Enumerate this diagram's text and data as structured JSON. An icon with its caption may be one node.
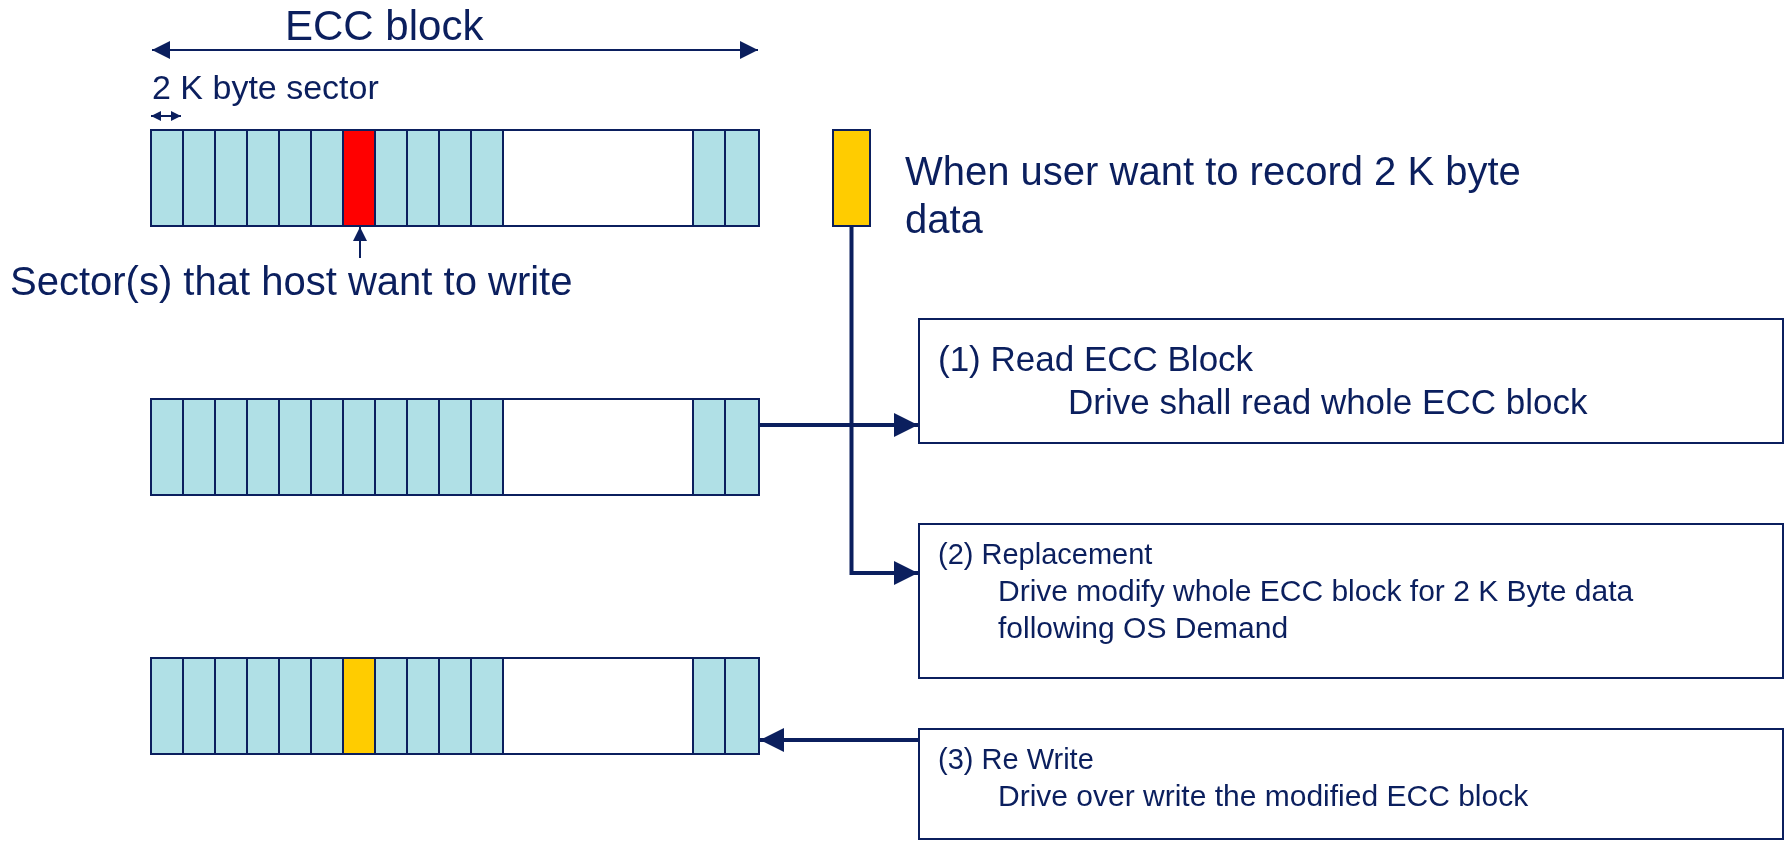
{
  "diagram": {
    "nodes": [
      {
        "text": [],
        "shape": "bar"
      },
      {
        "text": [],
        "shape": "box",
        "in": 0
      },
      {
        "text": [
          "Sector(s) that host want to write"
        ]
      },
      {
        "text": [],
        "shape": "box",
        "beside": [
          "When user want to record 2 K byte data"
        ]
      },
      {
        "text": [],
        "shape": "bar"
      },
      {
        "text": [
          "(1) Read ECC Block",
          "Drive shall read whole ECC block"
        ]
      },
      {
        "text": [
          "(2) Replacement",
          "Drive modify whole ECC block for 2 K Byte data following OS Demand"
        ]
      },
      {
        "text": [],
        "shape": "bar"
      },
      {
        "text": [],
        "shape": "box",
        "in": 7
      },
      {
        "text": [
          "(3) Re Write",
          "Drive over write the modified ECC block"
        ]
      }
    ],
    "edges": [
      {
        "from": 2,
        "to": 1,
        "arrow": "to"
      },
      {
        "from": 3,
        "to": 6,
        "arrow": "to"
      },
      {
        "from": 4,
        "to": 5,
        "arrow": "to"
      },
      {
        "from": 9,
        "to": 7,
        "arrow": "to"
      }
    ],
    "labels": [
      "ECC block",
      "2 K byte sector"
    ]
  }
}
